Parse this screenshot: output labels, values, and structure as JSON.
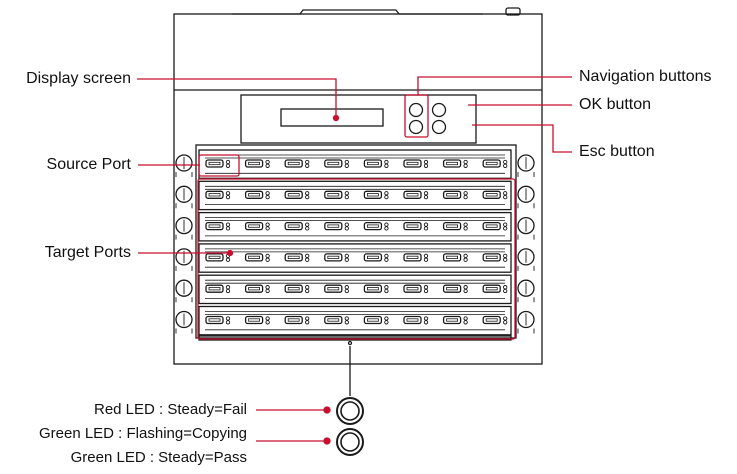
{
  "labels": {
    "display_screen": "Display screen",
    "source_port": "Source Port",
    "target_ports": "Target Ports",
    "navigation_buttons": "Navigation buttons",
    "ok_button": "OK button",
    "esc_button": "Esc button"
  },
  "led_legend": {
    "red": "Red LED : Steady=Fail",
    "green_flashing": "Green LED : Flashing=Copying",
    "green_steady": "Green LED : Steady=Pass"
  },
  "device": {
    "rows": 6,
    "ports_per_row": 8
  },
  "colors": {
    "callout": "#c8102e",
    "outline": "#1a1a1a",
    "text": "#111111"
  }
}
